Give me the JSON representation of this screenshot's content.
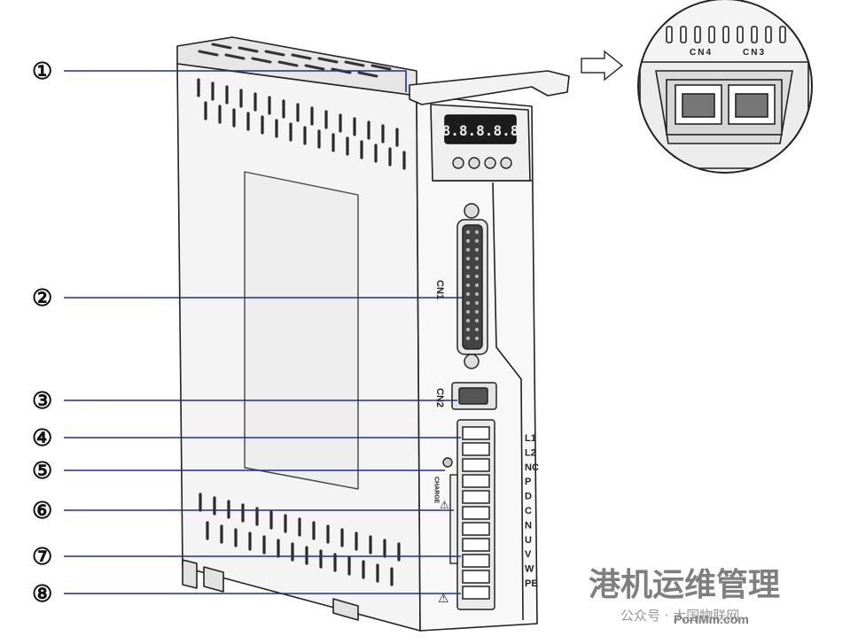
{
  "callouts": [
    {
      "id": "1",
      "label": "①"
    },
    {
      "id": "2",
      "label": "②"
    },
    {
      "id": "3",
      "label": "③"
    },
    {
      "id": "4",
      "label": "④"
    },
    {
      "id": "5",
      "label": "⑤"
    },
    {
      "id": "6",
      "label": "⑥"
    },
    {
      "id": "7",
      "label": "⑦"
    },
    {
      "id": "8",
      "label": "⑧"
    }
  ],
  "connectors": {
    "cn1": "CN1",
    "cn2": "CN2",
    "cn3": "CN3",
    "cn4": "CN4"
  },
  "display": {
    "digits": "8.8.8.8.8"
  },
  "terminals": [
    "L1",
    "L2",
    "NC",
    "P",
    "D",
    "C",
    "N",
    "U",
    "V",
    "W",
    "PE"
  ],
  "labels": {
    "charge": "CHARGE"
  },
  "watermark": {
    "title": "港机运维管理",
    "channel": "公众号 · 大国物联网",
    "site": "PortMm.com"
  },
  "colors": {
    "callout_line": "#1f2f8f",
    "outline": "#222222",
    "body_fill": "#f4f4f4"
  }
}
